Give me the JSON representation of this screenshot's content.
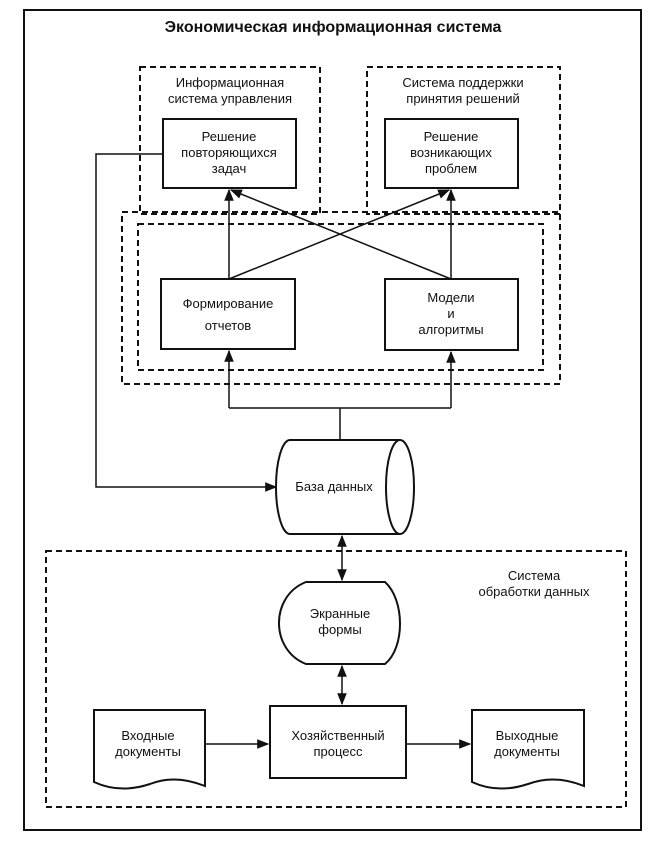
{
  "title": "Экономическая информационная система",
  "groups": {
    "mis": [
      "Информационная",
      "система управления"
    ],
    "dss": [
      "Система поддержки",
      "принятия решений"
    ],
    "dps": [
      "Система",
      "обработки данных"
    ]
  },
  "nodes": {
    "repeating_tasks": [
      "Решение",
      "повторяющихся",
      "задач"
    ],
    "emerging_problems": [
      "Решение",
      "возникающих",
      "проблем"
    ],
    "reports": [
      "Формирование",
      "отчетов"
    ],
    "models": [
      "Модели",
      "и",
      "алгоритмы"
    ],
    "database": [
      "База данных"
    ],
    "screen_forms": [
      "Экранные",
      "формы"
    ],
    "input_docs": [
      "Входные",
      "документы"
    ],
    "business_process": [
      "Хозяйственный",
      "процесс"
    ],
    "output_docs": [
      "Выходные",
      "документы"
    ]
  }
}
